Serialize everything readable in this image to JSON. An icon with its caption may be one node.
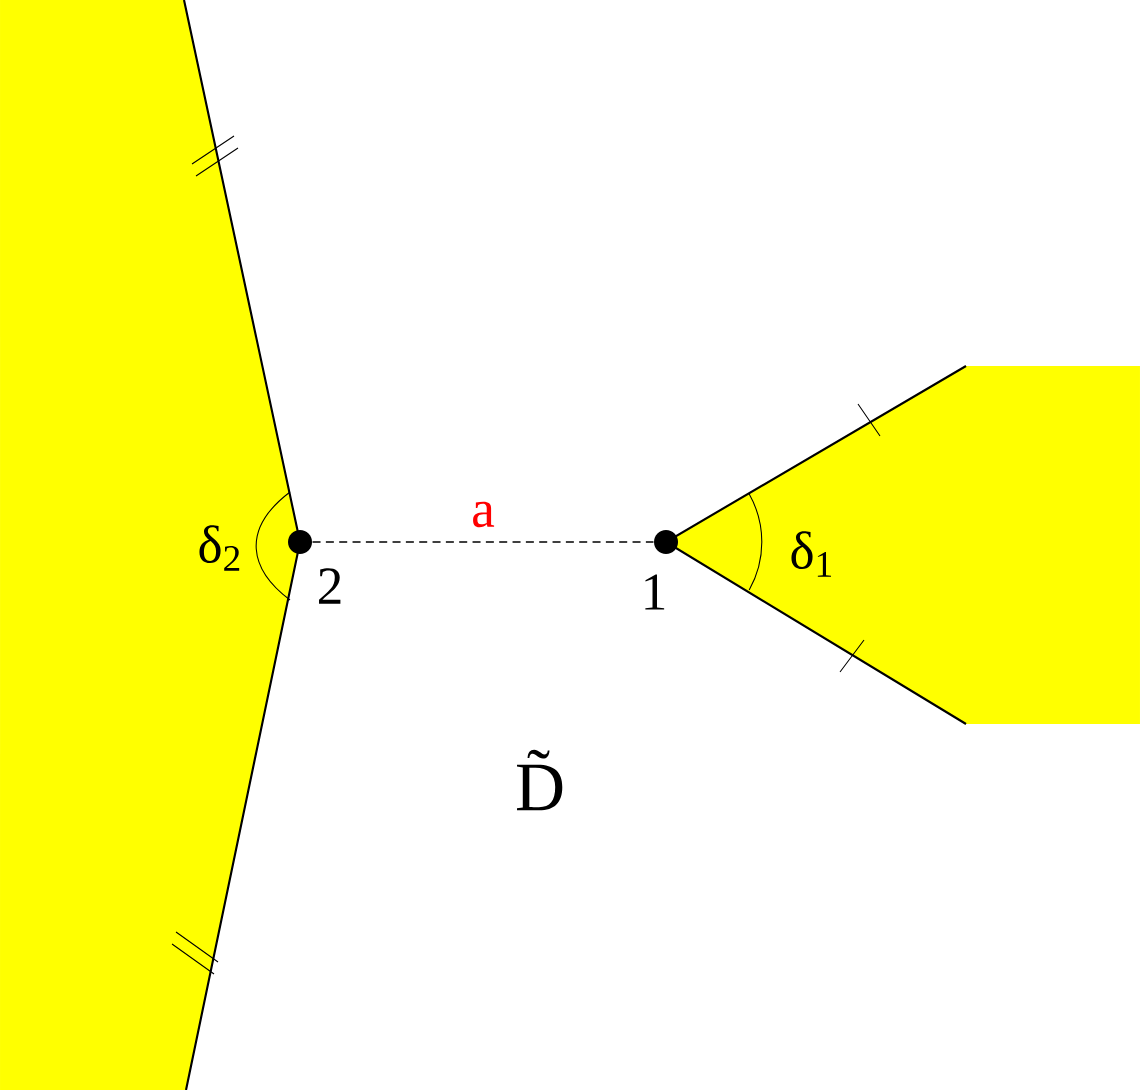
{
  "diagram": {
    "nodes": [
      {
        "text": [],
        "shape": "circle",
        "beside": [
          "2"
        ]
      },
      {
        "text": [],
        "shape": "circle",
        "beside": [
          "1"
        ]
      }
    ],
    "edges": [
      {
        "from": 0,
        "to": 1,
        "arrow": "none",
        "style": "dashed",
        "label": "a"
      }
    ],
    "labels": [
      "δ$_{2}$",
      "δ$_{1}$",
      "D̃"
    ]
  }
}
